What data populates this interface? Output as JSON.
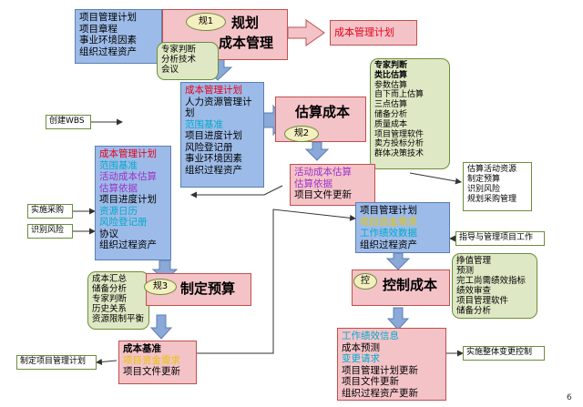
{
  "plan": {
    "title1": "规划",
    "title2": "成本管理",
    "badge": "规1",
    "inputs": [
      "项目管理计划",
      "项目章程",
      "事业环境因素",
      "组织过程资产"
    ],
    "tools": [
      "专家判断",
      "分析技术",
      "会议"
    ],
    "output": "成本管理计划"
  },
  "estimate": {
    "title": "估算成本",
    "badge": "规2",
    "inputs": [
      "成本管理计划",
      "人力资源管理计划",
      "范围基准",
      "项目进度计划",
      "风险登记册",
      "事业环境因素",
      "组织过程资产"
    ],
    "tools": [
      "专家判断",
      "类比估算",
      "参数估算",
      "自下而上估算",
      "三点估算",
      "储备分析",
      "质量成本",
      "项目管理软件",
      "卖方投标分析",
      "群体决策技术"
    ],
    "outputs": [
      "活动成本估算",
      "估算依据",
      "项目文件更新"
    ],
    "right_note": [
      "估算活动资源",
      "制定预算",
      "识别风险",
      "规划采购管理"
    ]
  },
  "budget": {
    "title": "制定预算",
    "badge": "规3",
    "inputs": [
      "成本管理计划",
      "范围基准",
      "活动成本估算",
      "估算依据",
      "项目进度计划",
      "资源日历",
      "风险登记册",
      "协议",
      "组织过程资产"
    ],
    "tools": [
      "成本汇总",
      "储备分析",
      "专家判断",
      "历史关系",
      "资源限制平衡"
    ],
    "outputs": [
      "成本基准",
      "项目资金需求",
      "项目文件更新"
    ],
    "left_labels": [
      "创建WBS",
      "实施采购",
      "识别风险"
    ],
    "bottom_left": "制定项目管理计划"
  },
  "control": {
    "title": "控制成本",
    "badge": "控",
    "inputs": [
      "项目管理计划",
      "项目资金需求",
      "工作绩效数据",
      "组织过程资产"
    ],
    "tools": [
      "挣值管理",
      "预测",
      "完工尚需绩效指标",
      "绩效审查",
      "项目管理软件",
      "储备分析"
    ],
    "outputs": [
      "工作绩效信息",
      "成本预测",
      "变更请求",
      "项目管理计划更新",
      "项目文件更新",
      "组织过程资产更新"
    ],
    "right_input": "指导与管理项目工作",
    "right_output": "实施整体变更控制"
  },
  "page_number": "6",
  "colors": {
    "blue_box": "#9dbbe8",
    "pink_box": "#f4c3c8",
    "green_box": "#dfe8c4",
    "red_text": "#e8001c",
    "cyan_text": "#00aacc",
    "purple_text": "#9b30c8"
  }
}
